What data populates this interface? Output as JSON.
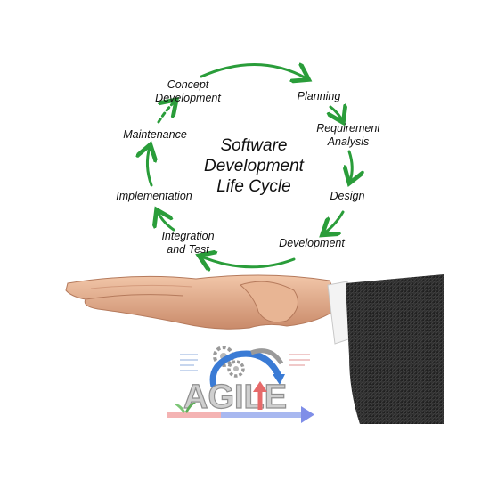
{
  "diagram": {
    "title_lines": [
      "Software",
      "Development",
      "Life Cycle"
    ],
    "stages": [
      {
        "id": "concept",
        "lines": [
          "Concept",
          "Development"
        ]
      },
      {
        "id": "planning",
        "lines": [
          "Planning"
        ]
      },
      {
        "id": "requirement",
        "lines": [
          "Requirement",
          "Analysis"
        ]
      },
      {
        "id": "design",
        "lines": [
          "Design"
        ]
      },
      {
        "id": "development",
        "lines": [
          "Development"
        ]
      },
      {
        "id": "integration",
        "lines": [
          "Integration",
          "and Test"
        ]
      },
      {
        "id": "implementation",
        "lines": [
          "Implementation"
        ]
      },
      {
        "id": "maintenance",
        "lines": [
          "Maintenance"
        ]
      }
    ],
    "arrow_color": "#2a9d3a"
  },
  "logo": {
    "text": "AGILE",
    "colors": {
      "blue": "#3a7bd5",
      "pink": "#f4a6a6",
      "gray": "#9a9a9a"
    }
  }
}
